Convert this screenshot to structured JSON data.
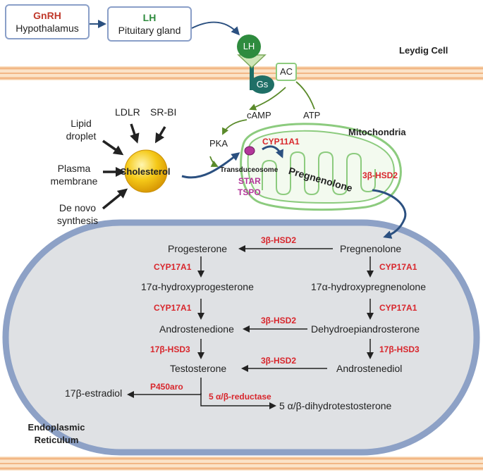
{
  "cell_label": "Leydig Cell",
  "hypothalamus_box": {
    "hormone": "GnRH",
    "organ": "Hypothalamus"
  },
  "pituitary_box": {
    "hormone": "LH",
    "organ": "Pituitary gland"
  },
  "receptor": {
    "ligand": "LH",
    "g_protein": "Gs",
    "enzyme": "AC"
  },
  "signals": {
    "camp": "cAMP",
    "atp": "ATP",
    "pka": "PKA"
  },
  "sources": {
    "lipid_droplet": "Lipid droplet",
    "ldlr": "LDLR",
    "srbi": "SR-BI",
    "plasma_membrane": "Plasma membrane",
    "de_novo": "De novo synthesis"
  },
  "cholesterol": "Cholesterol",
  "mitochondria": {
    "title": "Mitochondria",
    "transduceosome": "Transduceosome",
    "star": "STAR",
    "tspo": "TSPO",
    "cyp11a1": "CYP11A1",
    "pregnenolone": "Pregnenolone",
    "hsd2": "3β-HSD2"
  },
  "er": {
    "title": "Endoplasmic Reticulum",
    "metabolites": {
      "pregnenolone": "Pregnenolone",
      "progesterone": "Progesterone",
      "ohprog": "17α-hydroxyprogesterone",
      "ohpreg": "17α-hydroxypregnenolone",
      "androstenedione": "Androstenedione",
      "dhea": "Dehydroepiandrosterone",
      "testosterone": "Testosterone",
      "androstenediol": "Androstenediol",
      "estradiol": "17β-estradiol",
      "dht": "5 α/β-dihydrotestosterone"
    },
    "enzymes": {
      "hsd2_a": "3β-HSD2",
      "cyp_l1": "CYP17A1",
      "cyp_r1": "CYP17A1",
      "cyp_l2": "CYP17A1",
      "cyp_r2": "CYP17A1",
      "hsd2_b": "3β-HSD2",
      "hsd3_l": "17β-HSD3",
      "hsd3_r": "17β-HSD3",
      "hsd2_c": "3β-HSD2",
      "p450aro": "P450aro",
      "reductase": "5 α/β-reductase"
    }
  },
  "colors": {
    "membrane": "#f7c89c",
    "enzyme_red": "#d8262c",
    "star_purple": "#b3369a",
    "lh_green": "#2e8b3e",
    "gs_teal": "#1f6f66",
    "mito_green": "#8ccb7e",
    "er_fill": "#e1e3e6",
    "er_border": "#8da1c6",
    "navy_arrow": "#2b5080",
    "olive_arrow": "#5a8a2a",
    "gold": "#f2c21a"
  }
}
